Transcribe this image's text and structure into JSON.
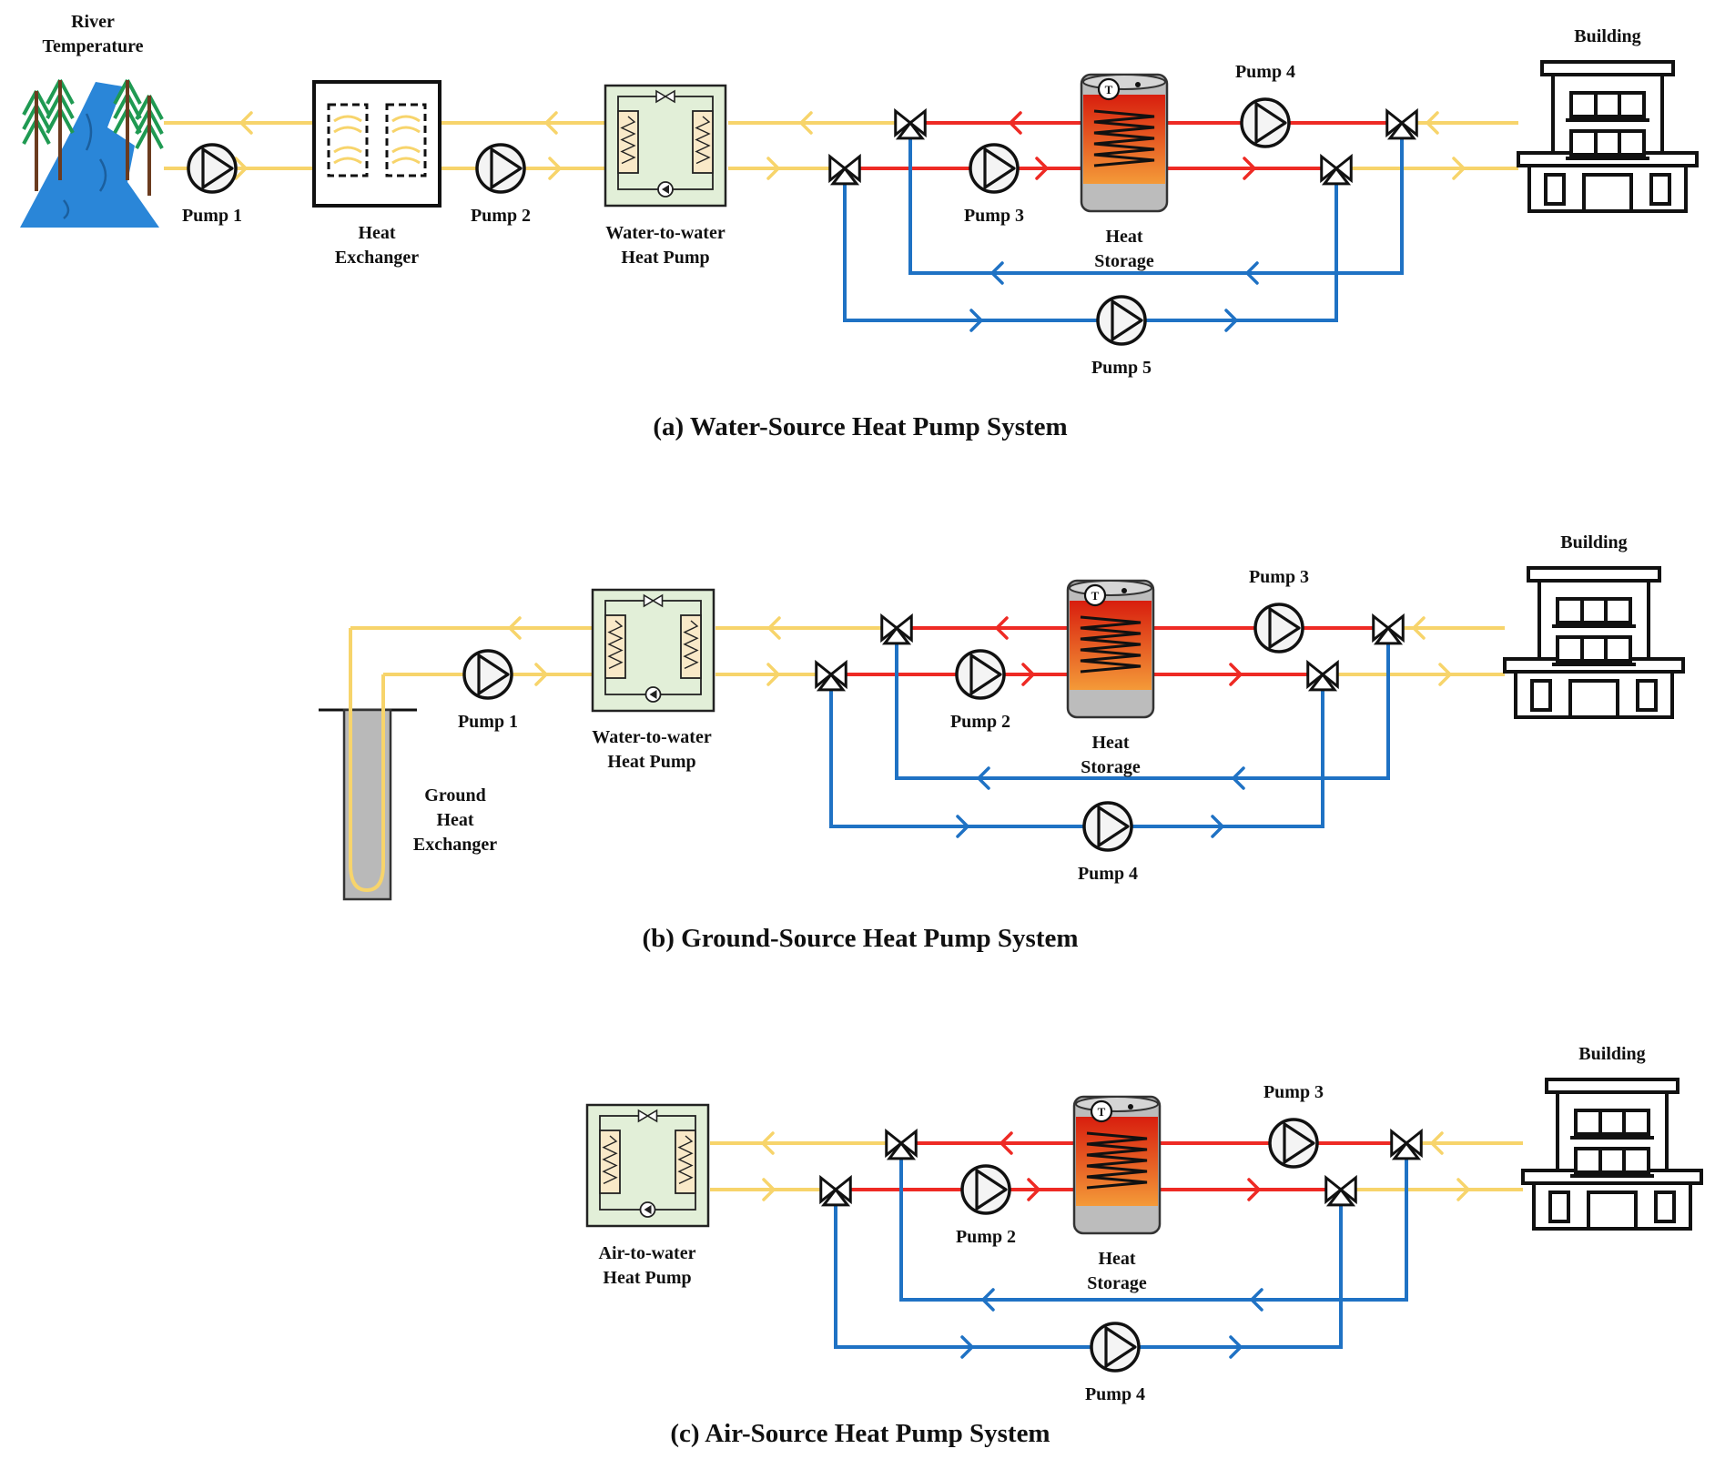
{
  "colors": {
    "source_loop": "#f7d46b",
    "hot_loop": "#ee2a24",
    "cold_loop": "#1f72c4",
    "heat_pump_fill": "#e2efd8",
    "river": "#2a86d8",
    "tree": "#1f9a52",
    "borehole_fill": "#b9b9b9"
  },
  "panels": [
    {
      "caption": "(a)   Water-Source Heat Pump System",
      "source": {
        "type": "river",
        "label": "River\nTemperature",
        "icon": "river-icon"
      },
      "source_pumps": [
        "Pump 1",
        "Pump 2"
      ],
      "heat_exchanger_label": "Heat\nExchanger",
      "heat_pump_label": "Water-to-water\nHeat Pump",
      "storage_label": "Heat\nStorage",
      "storage_sensor": "T",
      "loop_pumps": {
        "charge": "Pump 3",
        "load": "Pump 4",
        "bypass": "Pump 5"
      },
      "building_label": "Building"
    },
    {
      "caption": "(b)  Ground-Source Heat Pump System",
      "source": {
        "type": "ground",
        "label": "Ground\nHeat\nExchanger",
        "icon": "borehole-icon"
      },
      "source_pumps": [
        "Pump 1"
      ],
      "heat_pump_label": "Water-to-water\nHeat Pump",
      "storage_label": "Heat\nStorage",
      "storage_sensor": "T",
      "loop_pumps": {
        "charge": "Pump 2",
        "load": "Pump 3",
        "bypass": "Pump 4"
      },
      "building_label": "Building"
    },
    {
      "caption": "(c)  Air-Source Heat Pump System",
      "source": {
        "type": "air"
      },
      "source_pumps": [],
      "heat_pump_label": "Air-to-water\nHeat Pump",
      "storage_label": "Heat\nStorage",
      "storage_sensor": "T",
      "loop_pumps": {
        "charge": "Pump 2",
        "load": "Pump 3",
        "bypass": "Pump 4"
      },
      "building_label": "Building"
    }
  ]
}
